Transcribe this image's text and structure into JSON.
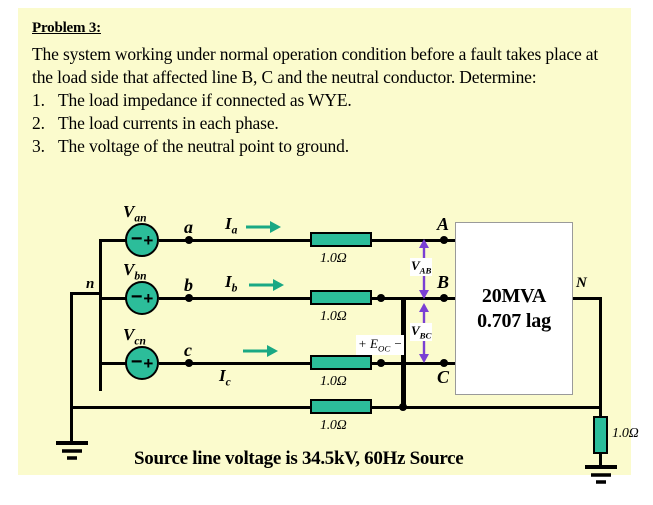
{
  "problem": {
    "title": "Problem 3:",
    "paragraph": "The system working under normal operation condition before a fault takes place at the load side that affected line B, C and the neutral conductor.  Determine:",
    "items": [
      {
        "num": "1.",
        "text": "The load impedance if connected as WYE."
      },
      {
        "num": "2.",
        "text": "The load currents in each phase."
      },
      {
        "num": "3.",
        "text": "The voltage of the neutral point to ground."
      }
    ]
  },
  "diagram": {
    "sources": [
      {
        "name": "Van",
        "label_main": "V",
        "label_sub": "an",
        "left_sign": "−",
        "right_sign": "+"
      },
      {
        "name": "Vbn",
        "label_main": "V",
        "label_sub": "bn",
        "left_sign": "−",
        "right_sign": "+"
      },
      {
        "name": "Vcn",
        "label_main": "V",
        "label_sub": "cn",
        "left_sign": "−",
        "right_sign": "+"
      }
    ],
    "source_nodes": [
      {
        "label": "a"
      },
      {
        "label": "b"
      },
      {
        "label": "c"
      }
    ],
    "neutral_node": "n",
    "currents": [
      {
        "main": "I",
        "sub": "a"
      },
      {
        "main": "I",
        "sub": "b"
      },
      {
        "main": "I",
        "sub": "c"
      }
    ],
    "line_resistors": [
      {
        "value": "1.0Ω"
      },
      {
        "value": "1.0Ω"
      },
      {
        "value": "1.0Ω"
      },
      {
        "value": "1.0Ω"
      }
    ],
    "neutral_resistor": {
      "value": "1.0Ω"
    },
    "load_nodes": [
      {
        "label": "A"
      },
      {
        "label": "B"
      },
      {
        "label": "C"
      }
    ],
    "load_neutral_label": "N",
    "voltage_arrows": [
      {
        "main": "V",
        "sub": "AB"
      },
      {
        "main": "V",
        "sub": "BC"
      }
    ],
    "eoc_label": "+ E",
    "eoc_sub": "OC",
    "eoc_tail": " −",
    "load": {
      "line1": "20MVA",
      "line2": "0.707 lag"
    },
    "caption": "Source line voltage is 34.5kV, 60Hz Source"
  },
  "colors": {
    "page_background": "#fbfbcd",
    "component_fill": "#2cbd9a",
    "wire": "#000000",
    "voltage_arrow": "#7a3fd4",
    "current_arrow": "#1aa884",
    "load_box_border": "#9a9a9a"
  }
}
